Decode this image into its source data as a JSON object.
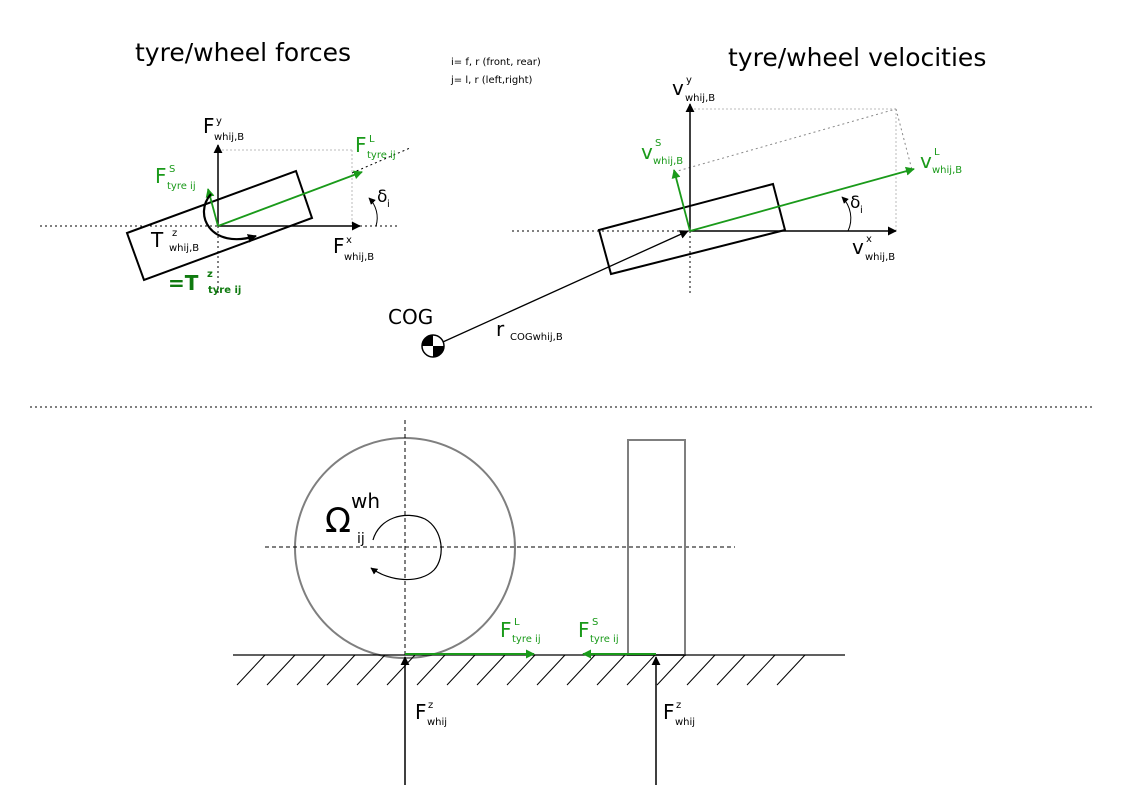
{
  "left_panel": {
    "title": "tyre/wheel forces",
    "labels": {
      "F_y": {
        "main": "F",
        "sub": "whij,B",
        "sup": "y"
      },
      "F_L": {
        "main": "F",
        "sub": "tyre ij",
        "sup": "L"
      },
      "F_S": {
        "main": "F",
        "sub": "tyre ij",
        "sup": "S"
      },
      "T_z": {
        "main": "T",
        "sub": "whij,B",
        "sup": "z"
      },
      "T_eq": {
        "main": "=T",
        "sub": "tyre ij",
        "sup": "z"
      },
      "F_x": {
        "main": "F",
        "sub": "whij,B",
        "sup": "x"
      },
      "delta": {
        "main": "δ",
        "sub": "i"
      }
    }
  },
  "legend": {
    "line1": "i= f, r (front, rear)",
    "line2": "j= l, r (left,right)"
  },
  "right_panel": {
    "title": "tyre/wheel velocities",
    "labels": {
      "v_y": {
        "main": "v",
        "sub": "whij,B",
        "sup": "y"
      },
      "v_S": {
        "main": "v",
        "sub": "whij,B",
        "sup": "S"
      },
      "v_L": {
        "main": "v",
        "sub": "whij,B",
        "sup": "L"
      },
      "v_x": {
        "main": "v",
        "sub": "whij,B",
        "sup": "x"
      },
      "delta": {
        "main": "δ",
        "sub": "i"
      }
    }
  },
  "cog": {
    "label": "COG",
    "r": {
      "main": "r",
      "sub": "COGwhij,B"
    }
  },
  "bottom_panel": {
    "omega": {
      "main": "Ω",
      "sub": "ij",
      "sup": "wh"
    },
    "F_L": {
      "main": "F",
      "sub": "tyre ij",
      "sup": "L"
    },
    "F_S": {
      "main": "F",
      "sub": "tyre ij",
      "sup": "S"
    },
    "Fz_left": {
      "main": "F",
      "sub": "whij",
      "sup": "z"
    },
    "Fz_right": {
      "main": "F",
      "sub": "whij",
      "sup": "z"
    }
  },
  "colors": {
    "green": "#1a9a1a",
    "dark_green": "#0f7a0f",
    "gray": "#7f7f7f",
    "black": "#000000"
  }
}
